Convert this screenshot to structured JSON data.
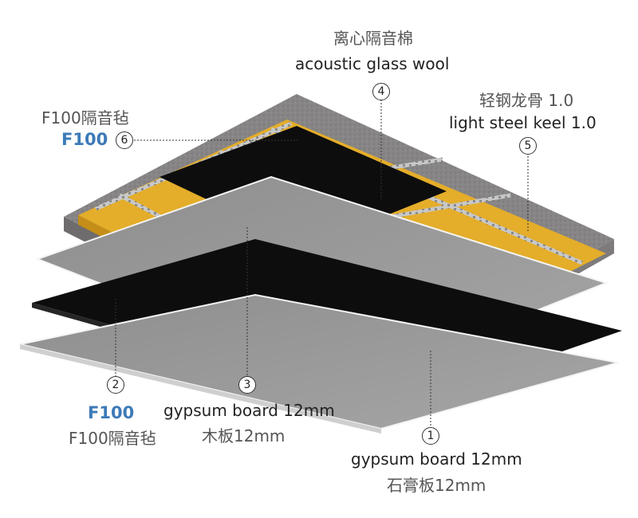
{
  "labels": {
    "l1": {
      "num": "1",
      "en": "gypsum board 12mm",
      "cn": "石膏板12mm"
    },
    "l2": {
      "num": "2",
      "accent": "F100",
      "cn": "F100隔音毡"
    },
    "l3": {
      "num": "3",
      "en": "gypsum board 12mm",
      "cn": "木板12mm"
    },
    "l4": {
      "num": "4",
      "cn": "离心隔音棉",
      "en": "acoustic glass wool"
    },
    "l5": {
      "num": "5",
      "cn": "轻钢龙骨 1.0",
      "en": "light steel keel 1.0"
    },
    "l6": {
      "num": "6",
      "accent": "F100",
      "cn": "F100隔音毡"
    }
  },
  "colors": {
    "accent": "#3d7ab8",
    "concrete": "#8a8888",
    "wool": "#e8b02b",
    "felt": "#0d0d0d",
    "gypsum": "#9a9a9a",
    "keel": "#c9c9c9"
  }
}
